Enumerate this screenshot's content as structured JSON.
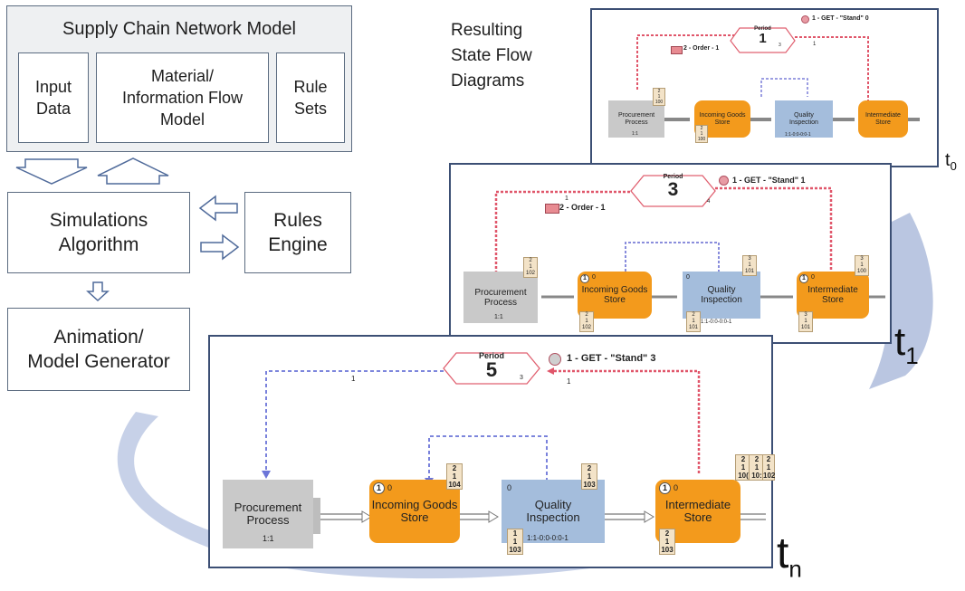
{
  "architecture": {
    "model_title": "Supply Chain Network Model",
    "input_data": "Input\nData",
    "material_flow": "Material/\nInformation Flow\nModel",
    "rule_sets": "Rule\nSets",
    "simulation": "Simulations\nAlgorithm",
    "rules_engine": "Rules\nEngine",
    "animation": "Animation/\nModel Generator"
  },
  "side_title": "Resulting\nState Flow\nDiagrams",
  "common": {
    "period_label": "Period",
    "procurement": "Procurement\nProcess",
    "procurement_ratio": "1:1",
    "incoming": "Incoming Goods\nStore",
    "quality": "Quality\nInspection",
    "quality_code": "1:1-0:0-0:0-1",
    "intermediate": "Intermediate\nStore",
    "node_count": "1",
    "node_zero": "0"
  },
  "panels": [
    {
      "period": "1",
      "period_sub": "3",
      "get_label": "1 - GET - \"Stand\" 0",
      "order_label": "2 - Order - 1",
      "arrow_left_num": "",
      "arrow_right_num": "1",
      "time_label": "t",
      "time_sub": "0",
      "badge_proc": "2\n1\n100",
      "badge_inc_top": "",
      "badge_inc_bot": "2\n1\n100",
      "badge_qi": "",
      "badge_int_top": "",
      "badge_int_bot": ""
    },
    {
      "period": "3",
      "period_sub": "4",
      "get_label": "1 - GET - \"Stand\" 1",
      "order_label": "2 - Order - 1",
      "arrow_left_num": "1",
      "arrow_right_num": "",
      "time_label": "t",
      "time_sub": "1",
      "badge_proc": "2\n1\n102",
      "badge_inc_top": "",
      "badge_inc_bot": "2\n1\n102",
      "badge_qi": "2\n1\n101",
      "badge_int_top": "3\n1\n100",
      "badge_int_bot": "3\n1\n101",
      "badge_qi_top": "3\n1\n101"
    },
    {
      "period": "5",
      "period_sub": "3",
      "get_label": "1 - GET - \"Stand\" 3",
      "arrow_left_num": "1",
      "arrow_right_num": "1",
      "time_label": "t",
      "time_sub": "n",
      "badge_inc_top": "2\n1\n104",
      "badge_qi_top": "2\n1\n103",
      "badge_qi_bot": "1\n1\n103",
      "badge_int_top_a": "2\n1\n10(",
      "badge_int_top_b": "2\n1\n10:",
      "badge_int_top_c": "2\n1\n102",
      "badge_int_bot": "2\n1\n103"
    }
  ]
}
